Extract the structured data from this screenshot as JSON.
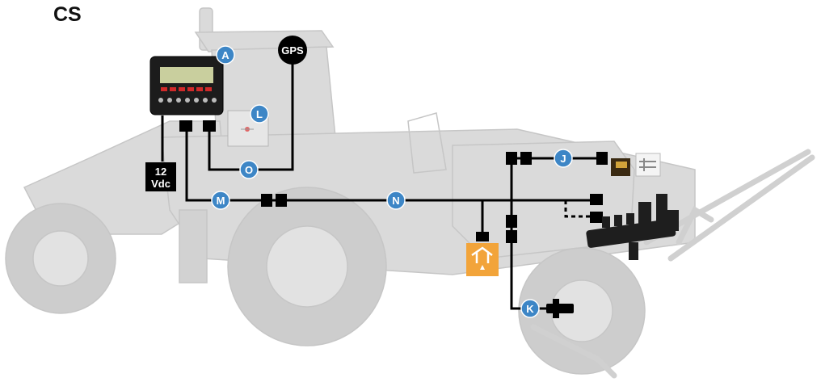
{
  "title": "CS",
  "gps_label": "GPS",
  "power": {
    "line1": "12",
    "line2": "Vdc"
  },
  "callouts": {
    "A": "A",
    "L": "L",
    "O": "O",
    "M": "M",
    "N": "N",
    "J": "J",
    "K": "K"
  },
  "colors": {
    "callout": "#3d86c6",
    "cable": "#000000",
    "tractor": "#d9d9d9",
    "tractor_dark": "#c4c4c4",
    "sensor_box": "#f2a43a"
  },
  "icons": [
    "console-unit",
    "gps-receiver",
    "control-valve",
    "boom-valve-assembly",
    "flow-meter",
    "pressure-sensor",
    "speed-sensor",
    "sprayer-tractor"
  ]
}
